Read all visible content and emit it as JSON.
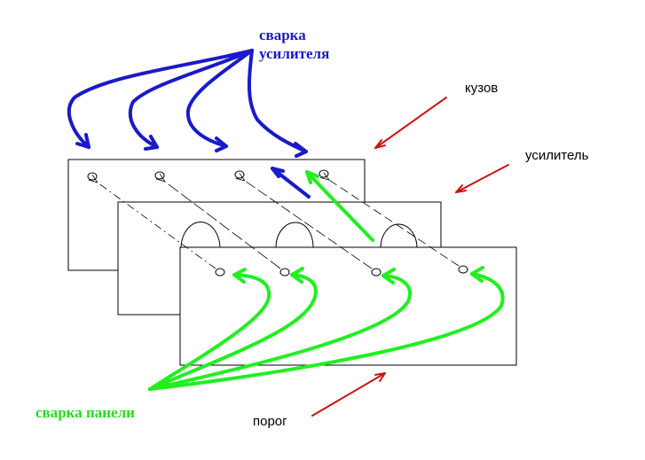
{
  "labels": {
    "reinforcer_weld_line1": "сварка",
    "reinforcer_weld_line2": "усилителя",
    "body": "кузов",
    "reinforcer": "усилитель",
    "sill": "порог",
    "panel_weld": "сварка панели"
  },
  "colors": {
    "blue_arrows": "#1a1ac8",
    "green_arrows": "#22ee22",
    "red_arrows": "#cc1111",
    "lines": "#000000",
    "background": "#ffffff"
  }
}
